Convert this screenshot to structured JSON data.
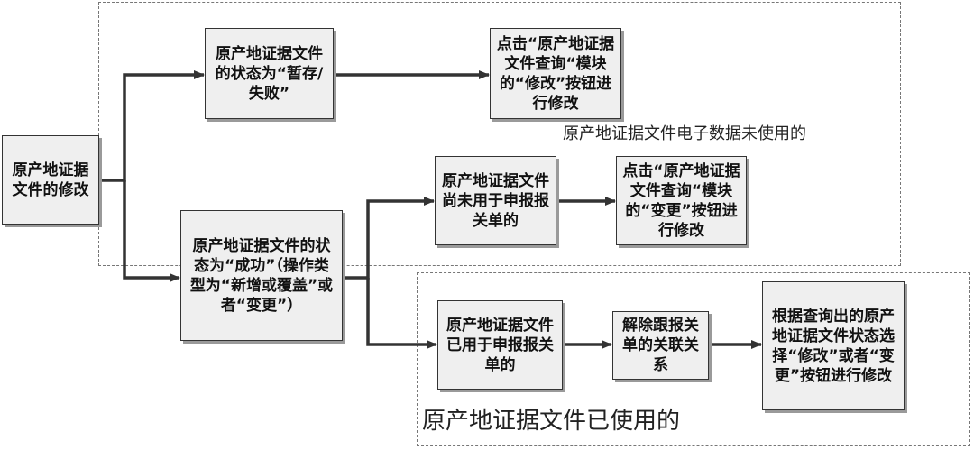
{
  "nodes": {
    "root": "原产地证据文件的修改",
    "status_temp": "原产地证据文件的状态为“暂存/失败”",
    "click_modify_top": "点击“原产地证据文件查询“模块的“修改”按钮进行修改",
    "status_success": "原产地证据文件的状态为“成功”（操作类型为“新增或覆盖”或者“变更”）",
    "not_used": "原产地证据文件尚未用于申报报关单的",
    "click_change": "点击“原产地证据文件查询“模块的“变更”按钮进行修改",
    "used": "原产地证据文件已用于申报报关单的",
    "unlink": "解除跟报关单的关联关系",
    "choose_by_status": "根据查询出的原产地证据文件状态选择“修改”或者“变更”按钮进行修改"
  },
  "regions": {
    "unused_label": "原产地证据文件电子数据未使用的",
    "used_label": "原产地证据文件已使用的"
  }
}
